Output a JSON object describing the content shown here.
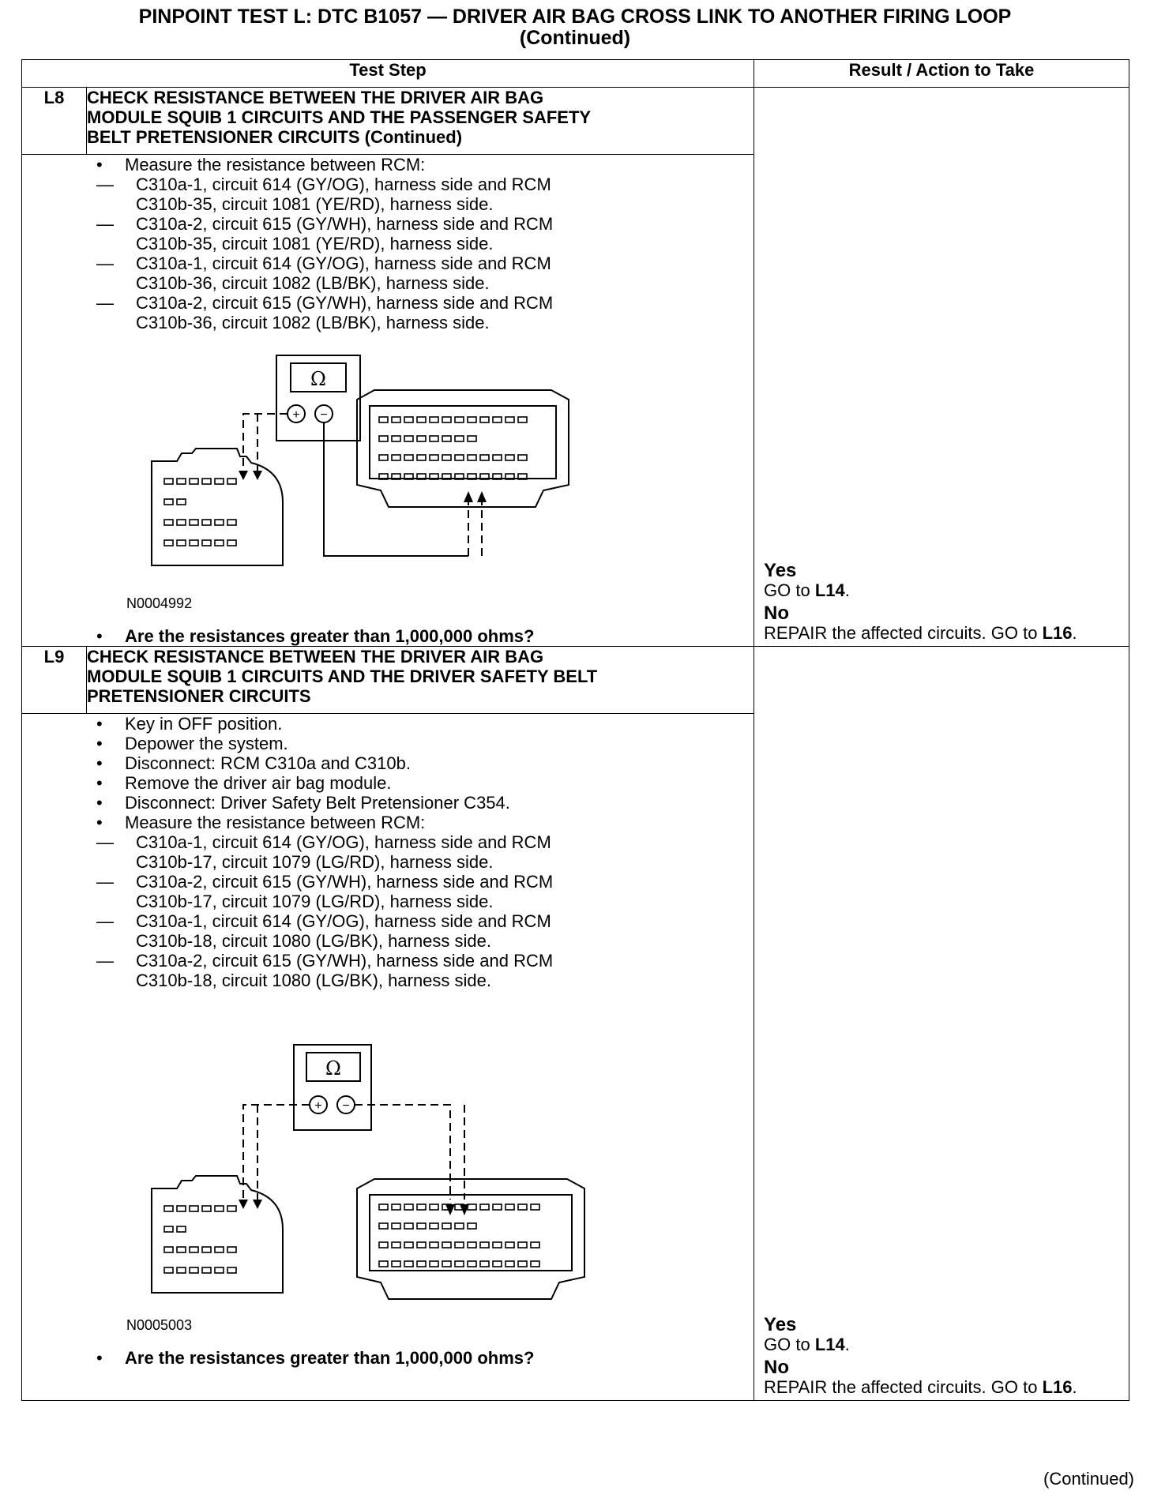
{
  "title": {
    "line1": "PINPOINT TEST L: DTC B1057 — DRIVER AIR BAG CROSS LINK TO ANOTHER FIRING LOOP",
    "line2": "(Continued)"
  },
  "table": {
    "col_step": "Test Step",
    "col_result": "Result / Action to Take"
  },
  "rows": [
    {
      "id": "L8",
      "title_lines": [
        "CHECK RESISTANCE BETWEEN THE DRIVER AIR BAG",
        "MODULE SQUIB 1 CIRCUITS AND THE PASSENGER SAFETY",
        "BELT PRETENSIONER CIRCUITS (Continued)"
      ],
      "bullets": [
        "Measure the resistance between RCM:"
      ],
      "subitems": [
        [
          "C310a-1, circuit 614 (GY/OG), harness side and RCM",
          "C310b-35, circuit 1081 (YE/RD), harness side."
        ],
        [
          "C310a-2, circuit 615 (GY/WH), harness side and RCM",
          "C310b-35, circuit 1081 (YE/RD), harness side."
        ],
        [
          "C310a-1, circuit 614 (GY/OG), harness side and RCM",
          "C310b-36, circuit 1082 (LB/BK), harness side."
        ],
        [
          "C310a-2, circuit 615 (GY/WH), harness side and RCM",
          "C310b-36, circuit 1082 (LB/BK), harness side."
        ]
      ],
      "figure_id": "N0004992",
      "question": "Are the resistances greater than 1,000,000 ohms?",
      "yes_label": "Yes",
      "yes_action_prefix": "GO to ",
      "yes_target": "L14",
      "no_label": "No",
      "no_action_prefix": "REPAIR the affected circuits. GO to ",
      "no_target": "L16"
    },
    {
      "id": "L9",
      "title_lines": [
        "CHECK RESISTANCE BETWEEN THE DRIVER AIR BAG",
        "MODULE SQUIB 1 CIRCUITS AND THE DRIVER SAFETY BELT",
        "PRETENSIONER CIRCUITS"
      ],
      "bullets": [
        "Key in OFF position.",
        "Depower the system.",
        "Disconnect: RCM C310a and C310b.",
        "Remove the driver air bag module.",
        "Disconnect: Driver Safety Belt Pretensioner C354.",
        "Measure the resistance between RCM:"
      ],
      "subitems": [
        [
          "C310a-1, circuit 614 (GY/OG), harness side and RCM",
          "C310b-17, circuit 1079 (LG/RD), harness side."
        ],
        [
          "C310a-2, circuit 615 (GY/WH), harness side and RCM",
          "C310b-17, circuit 1079 (LG/RD), harness side."
        ],
        [
          "C310a-1, circuit 614 (GY/OG), harness side and RCM",
          "C310b-18, circuit 1080 (LG/BK), harness side."
        ],
        [
          "C310a-2, circuit 615 (GY/WH), harness side and RCM",
          "C310b-18, circuit 1080 (LG/BK), harness side."
        ]
      ],
      "figure_id": "N0005003",
      "question": "Are the resistances greater than 1,000,000 ohms?",
      "yes_label": "Yes",
      "yes_action_prefix": "GO to ",
      "yes_target": "L14",
      "no_label": "No",
      "no_action_prefix": "REPAIR the affected circuits. GO to ",
      "no_target": "L16"
    }
  ],
  "meter_symbol": "Ω",
  "meter_plus": "+",
  "meter_minus": "−",
  "footer": "(Continued)"
}
